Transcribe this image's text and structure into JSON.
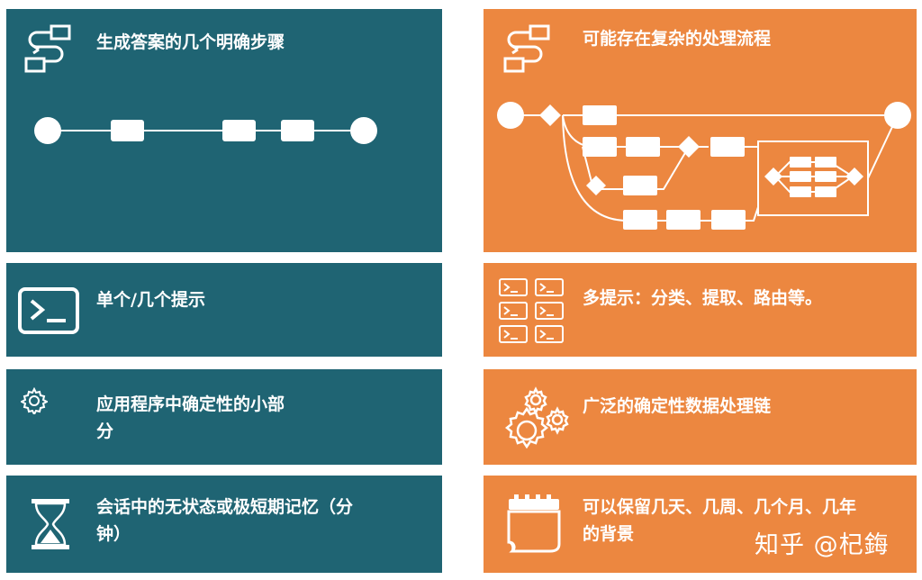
{
  "left_column": {
    "flow_title": "生成答案的几个明确步骤",
    "prompt_title": "单个/几个提示",
    "determinism_title": "应用程序中确定性的小部分",
    "memory_title": "会话中的无状态或极短期记忆（分钟）"
  },
  "right_column": {
    "flow_title": "可能存在复杂的处理流程",
    "prompt_title": "多提示：分类、提取、路由等。",
    "determinism_title": "广泛的确定性数据处理链",
    "memory_title": "可以保留几天、几周、几个月、几年的背景"
  },
  "watermark": "知乎 @杞鋂",
  "colors": {
    "teal": "#1f6473",
    "orange": "#ec8740",
    "white": "#ffffff"
  }
}
